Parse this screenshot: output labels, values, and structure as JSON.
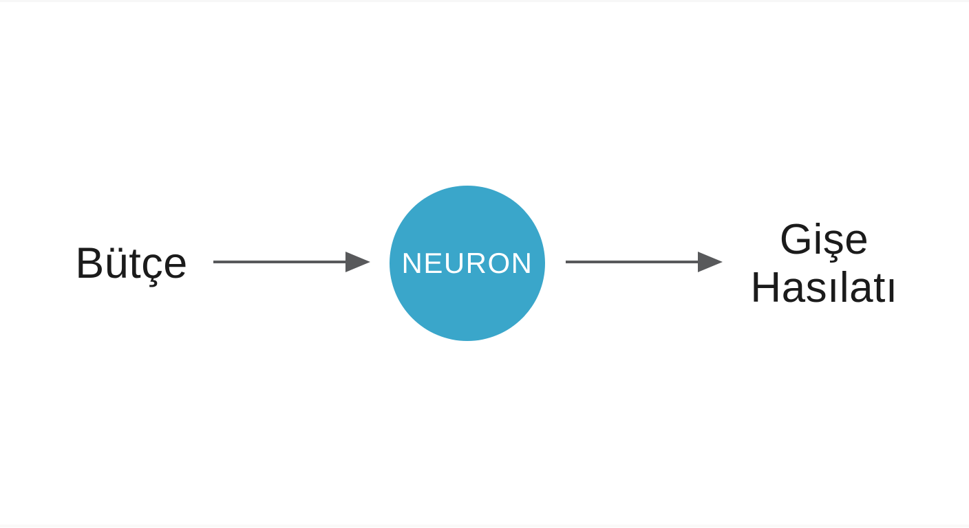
{
  "diagram": {
    "input_label": "Bütçe",
    "node_label": "NEURON",
    "output_label_line1": "Gişe",
    "output_label_line2": "Hasılatı"
  },
  "colors": {
    "node_fill": "#3AA6CA",
    "node_text": "#FFFFFF",
    "arrow": "#58595B",
    "label_text": "#1B1B1B",
    "background": "#FFFFFF"
  }
}
